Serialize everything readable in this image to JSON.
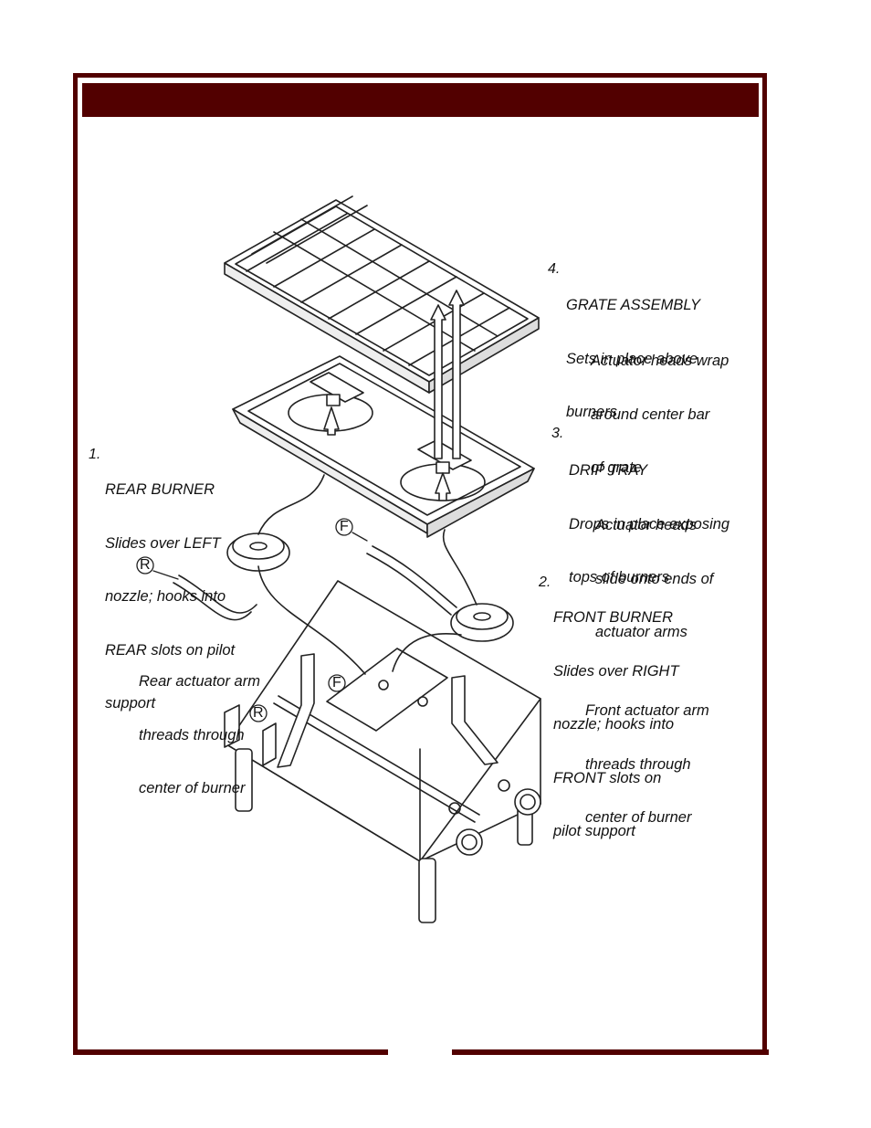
{
  "header": {
    "title": ""
  },
  "callouts": {
    "grate": {
      "number": "4.",
      "title": "GRATE ASSEMBLY",
      "line1": "Sets in place above",
      "line2": "burners",
      "sub1": "Actuator heads wrap",
      "sub2": "around center bar",
      "sub3": "of grate"
    },
    "drip": {
      "number": "3.",
      "title": "DRIP TRAY",
      "line1": "Drops in place exposing",
      "line2": "tops of burners",
      "sub1": "Actuator heads",
      "sub2": "slide onto ends of",
      "sub3": "actuator arms"
    },
    "rear": {
      "number": "1.",
      "title": "REAR BURNER",
      "line1": "Slides over LEFT",
      "line2": "nozzle; hooks into",
      "line3": "REAR slots on pilot",
      "line4": "support"
    },
    "front": {
      "number": "2.",
      "title": "FRONT BURNER",
      "line1": "Slides over RIGHT",
      "line2": "nozzle; hooks into",
      "line3": "FRONT slots on",
      "line4": "pilot support"
    },
    "rear_arm": {
      "line1": "Rear actuator arm",
      "line2": "threads through",
      "line3": "center of burner"
    },
    "front_arm": {
      "line1": "Front actuator arm",
      "line2": "threads through",
      "line3": "center of burner"
    }
  },
  "markers": {
    "r": "R",
    "f": "F"
  },
  "colors": {
    "brand": "#520000",
    "line": "#222222"
  }
}
